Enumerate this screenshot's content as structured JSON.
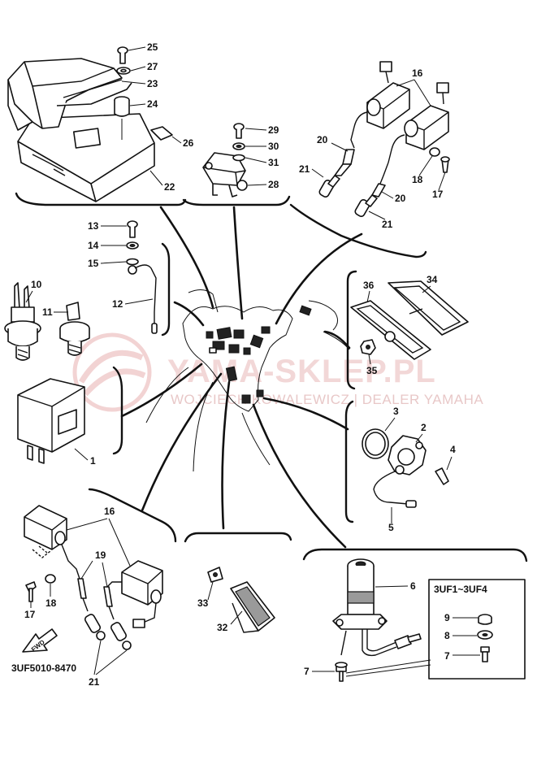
{
  "watermark": {
    "title": "YAMA-SKLEP.PL",
    "subtitle": "WOJCIECH KOWALEWICZ | DEALER YAMAHA"
  },
  "diagram_code": "3UF5010-8470",
  "fwd_label": "FWD",
  "inset_label": "3UF1~3UF4",
  "callouts": {
    "c25": "25",
    "c27": "27",
    "c23": "23",
    "c24": "24",
    "c26": "26",
    "c22": "22",
    "c29": "29",
    "c30": "30",
    "c31": "31",
    "c28": "28",
    "c16a": "16",
    "c20a": "20",
    "c21a": "21",
    "c18a": "18",
    "c17a": "17",
    "c20b": "20",
    "c21b": "21",
    "c13": "13",
    "c14": "14",
    "c15": "15",
    "c12": "12",
    "c10": "10",
    "c11": "11",
    "c1": "1",
    "c36": "36",
    "c34": "34",
    "c35": "35",
    "c3": "3",
    "c2": "2",
    "c4": "4",
    "c5": "5",
    "c16b": "16",
    "c19": "19",
    "c17b": "17",
    "c18b": "18",
    "c21c": "21",
    "c33": "33",
    "c32": "32",
    "c6": "6",
    "c7a": "7",
    "c9": "9",
    "c8": "8",
    "c7b": "7"
  },
  "colors": {
    "line": "#111111",
    "watermark": "#e8b7b7"
  }
}
